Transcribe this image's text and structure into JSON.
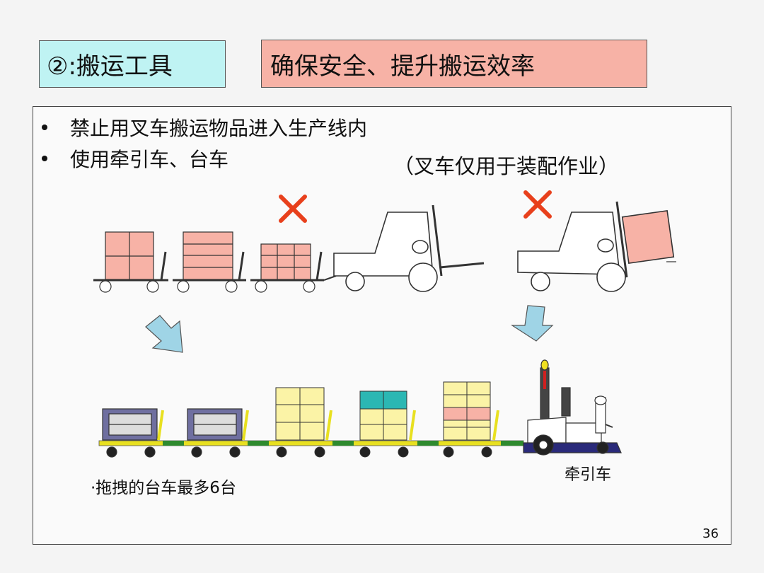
{
  "header": {
    "section_label": "②:搬运工具",
    "headline": "确保安全、提升搬运效率"
  },
  "bullets": [
    "禁止用叉车搬运物品进入生产线内",
    "使用牵引车、台车"
  ],
  "note": "（叉车仅用于装配作业）",
  "max_note": "·拖拽的台车最多6台",
  "tractor_label": "牵引车",
  "page_number": "36",
  "icons": [
    "cross-icon",
    "down-arrow-icon"
  ],
  "colors": {
    "section_bg": "#bff3f3",
    "headline_bg": "#f7b2a6",
    "cargo_pink": "#f7b2a6",
    "cross_red": "#e8401c",
    "arrow_blue": "#9fd4e6",
    "bin_gray": "#6f6fa0",
    "box_yellow": "#fbf3a6",
    "box_teal": "#2bb7b3",
    "cart_yellow": "#e8e020"
  }
}
